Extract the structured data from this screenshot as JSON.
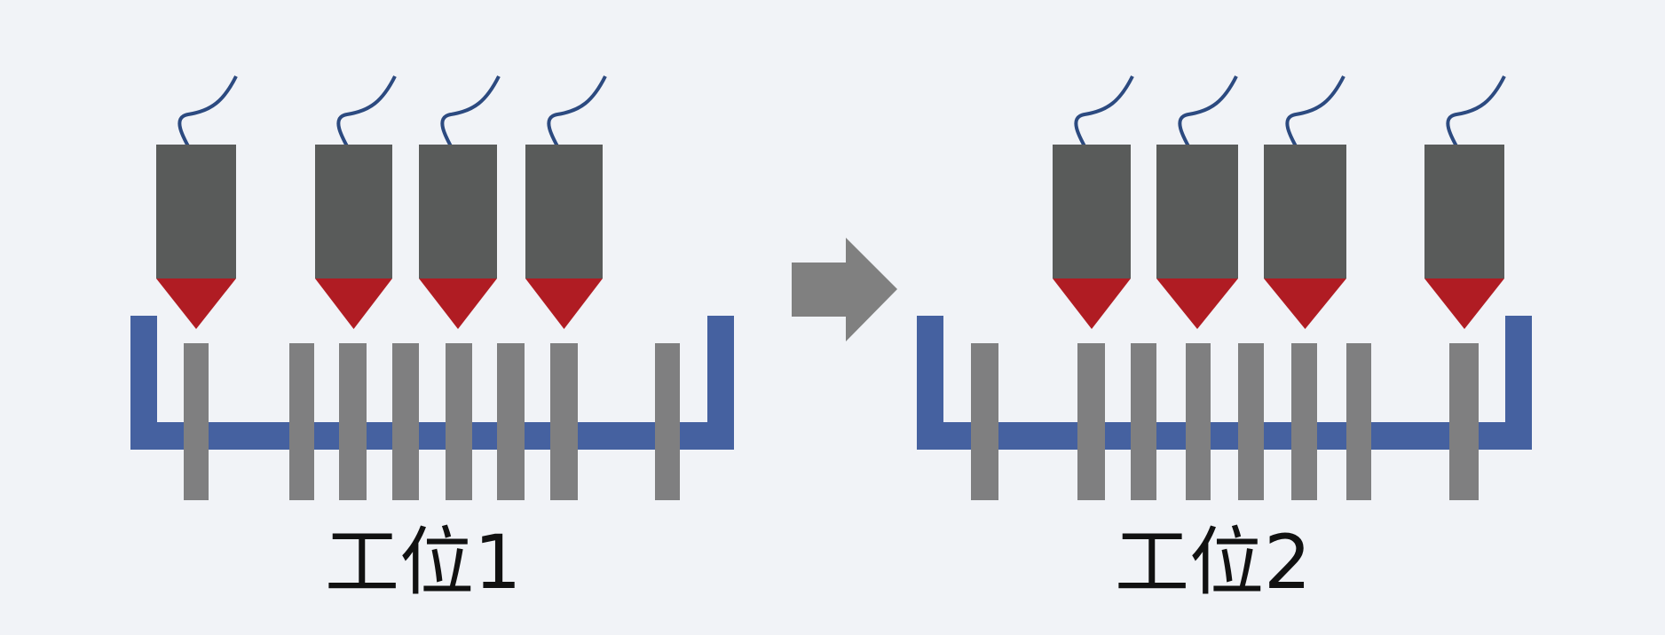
{
  "stations": [
    {
      "label": "工位1",
      "heads": 4,
      "pins": 8
    },
    {
      "label": "工位2",
      "heads": 4,
      "pins": 8
    }
  ],
  "colors": {
    "background": "#f1f3f7",
    "head_body": "#595b5a",
    "head_tip": "#b01c23",
    "tray": "#4561a0",
    "pin": "#7f7f80",
    "wire": "#2c4a80",
    "arrow": "#808080"
  },
  "arrow_icon": "right-arrow-icon"
}
